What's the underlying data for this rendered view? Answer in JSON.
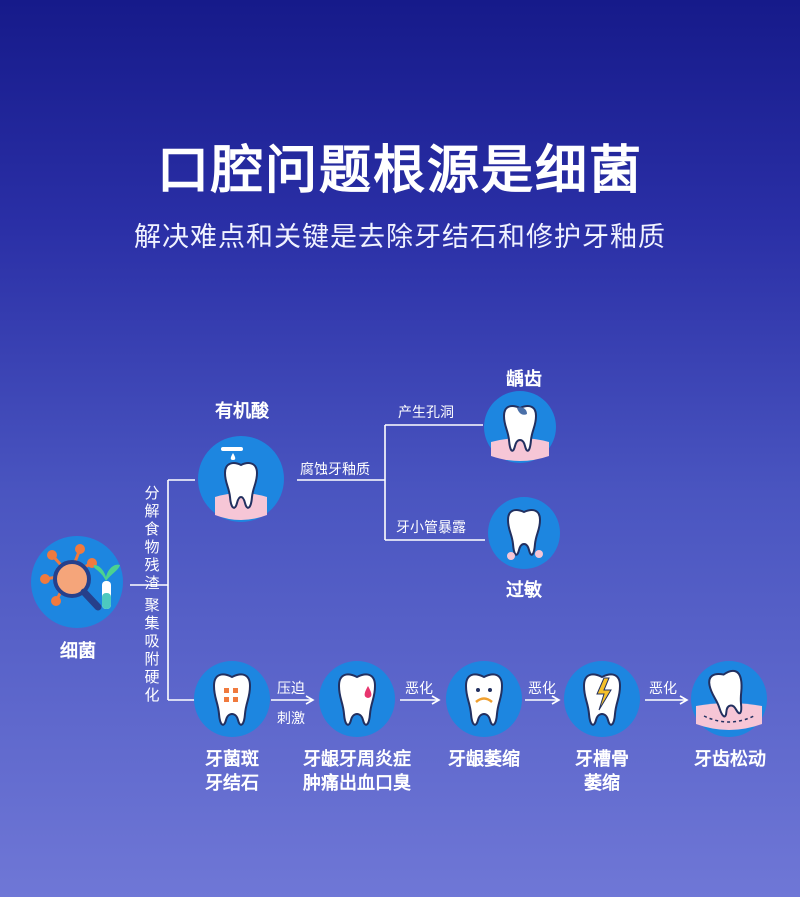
{
  "header": {
    "title": "口腔问题根源是细菌",
    "subtitle": "解决难点和关键是去除牙结石和修护牙釉质"
  },
  "diagram": {
    "root": {
      "label": "细菌",
      "icon": "bacteria-magnifier-icon"
    },
    "branch_top_label": "分解食物残渣",
    "branch_bottom_label": "聚集吸附硬化",
    "acid": {
      "label": "有机酸",
      "icon": "tooth-acid-drop-icon"
    },
    "erode_label": "腐蚀牙釉质",
    "cavity_edge_label": "产生孔洞",
    "cavity": {
      "label": "龋齿",
      "icon": "tooth-cavity-icon"
    },
    "tubule_edge_label": "牙小管暴露",
    "sensitive": {
      "label": "过敏",
      "icon": "tooth-sensitive-icon"
    },
    "chain": [
      {
        "label_line1": "牙菌斑",
        "label_line2": "牙结石",
        "icon": "tooth-plaque-icon"
      },
      {
        "label_line1": "牙龈牙周炎症",
        "label_line2": "肿痛出血口臭",
        "icon": "tooth-inflamed-icon"
      },
      {
        "label_line1": "牙龈萎缩",
        "label_line2": "",
        "icon": "tooth-sad-icon"
      },
      {
        "label_line1": "牙槽骨",
        "label_line2": "萎缩",
        "icon": "tooth-cracked-icon"
      },
      {
        "label_line1": "牙齿松动",
        "label_line2": "",
        "icon": "tooth-loose-icon"
      }
    ],
    "edge_labels": {
      "press_1": "压迫",
      "press_2": "刺激",
      "worsen_1": "恶化",
      "worsen_2": "恶化",
      "worsen_3": "恶化"
    }
  },
  "colors": {
    "circle_fill": "#1d86e0",
    "gum_pink": "#f6c6d6",
    "accent_orange": "#f07a3e"
  }
}
